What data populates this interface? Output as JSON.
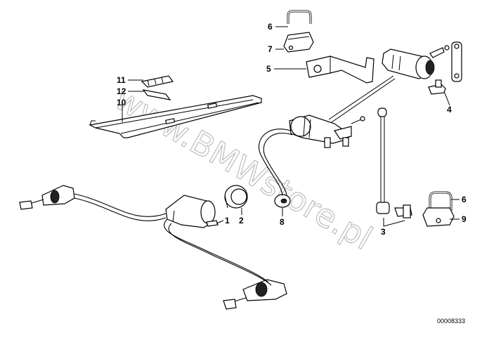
{
  "diagram": {
    "watermark": "www.BMWstore.pl",
    "code": "00008333",
    "callouts": [
      {
        "id": "c1",
        "text": "1"
      },
      {
        "id": "c2",
        "text": "2"
      },
      {
        "id": "c3",
        "text": "3"
      },
      {
        "id": "c4",
        "text": "4"
      },
      {
        "id": "c5",
        "text": "5"
      },
      {
        "id": "c6a",
        "text": "6"
      },
      {
        "id": "c6b",
        "text": "6"
      },
      {
        "id": "c7",
        "text": "7"
      },
      {
        "id": "c8",
        "text": "8"
      },
      {
        "id": "c9",
        "text": "9"
      },
      {
        "id": "c10",
        "text": "10"
      },
      {
        "id": "c11",
        "text": "11"
      },
      {
        "id": "c12",
        "text": "12"
      }
    ]
  }
}
